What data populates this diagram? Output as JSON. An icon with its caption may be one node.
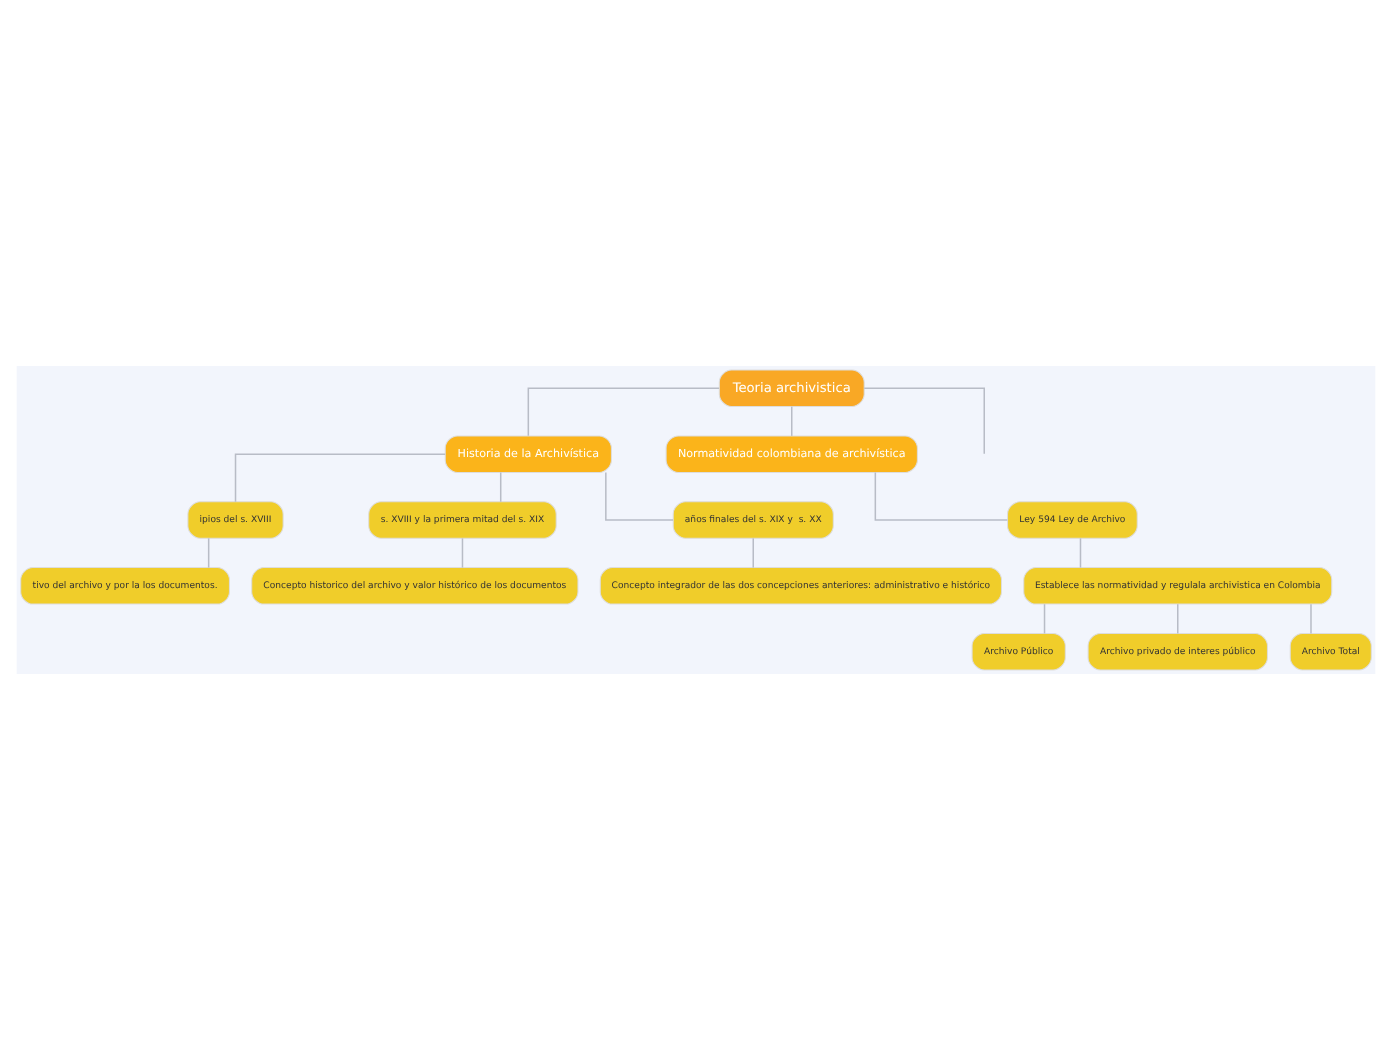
{
  "diagram": {
    "nodes": [
      {
        "text": [
          "Teoria archivistica"
        ]
      },
      {
        "text": [
          "Historia de la Archivística"
        ]
      },
      {
        "text": [
          "ipios del s. XVIII"
        ]
      },
      {
        "text": [
          "tivo del archivo y por la los documentos."
        ]
      },
      {
        "text": [
          "s. XVIII y la primera mitad del s. XIX"
        ]
      },
      {
        "text": [
          "Concepto historico del archivo y valor histórico de los documentos"
        ]
      },
      {
        "text": [
          "años finales del s. XIX y  s. XX"
        ]
      },
      {
        "text": [
          "Concepto integrador de las dos concepciones anteriores: administrativo e histórico"
        ]
      },
      {
        "text": [
          "Normatividad colombiana de archivística"
        ]
      },
      {
        "text": [
          "Ley 594 Ley de Archivo"
        ]
      },
      {
        "text": [
          "Establece las normatividad y regulala archivistica en Colombia"
        ]
      },
      {
        "text": [
          "Archivo Público"
        ]
      },
      {
        "text": [
          "Archivo privado de interes público"
        ]
      },
      {
        "text": [
          "Archivo Total"
        ]
      }
    ],
    "edges": [
      {
        "from": 0,
        "to": 1,
        "arrow": "none"
      },
      {
        "from": 0,
        "to": 8,
        "arrow": "none"
      },
      {
        "from": 0,
        "to": null,
        "arrow": "none"
      },
      {
        "from": 1,
        "to": 2,
        "arrow": "none"
      },
      {
        "from": 1,
        "to": 4,
        "arrow": "none"
      },
      {
        "from": 1,
        "to": 6,
        "arrow": "none"
      },
      {
        "from": 2,
        "to": 3,
        "arrow": "none"
      },
      {
        "from": 4,
        "to": 5,
        "arrow": "none"
      },
      {
        "from": 6,
        "to": 7,
        "arrow": "none"
      },
      {
        "from": 8,
        "to": 9,
        "arrow": "none"
      },
      {
        "from": 9,
        "to": 10,
        "arrow": "none"
      },
      {
        "from": 10,
        "to": 11,
        "arrow": "none"
      },
      {
        "from": 10,
        "to": 12,
        "arrow": "none"
      },
      {
        "from": 10,
        "to": 13,
        "arrow": "none"
      }
    ]
  }
}
